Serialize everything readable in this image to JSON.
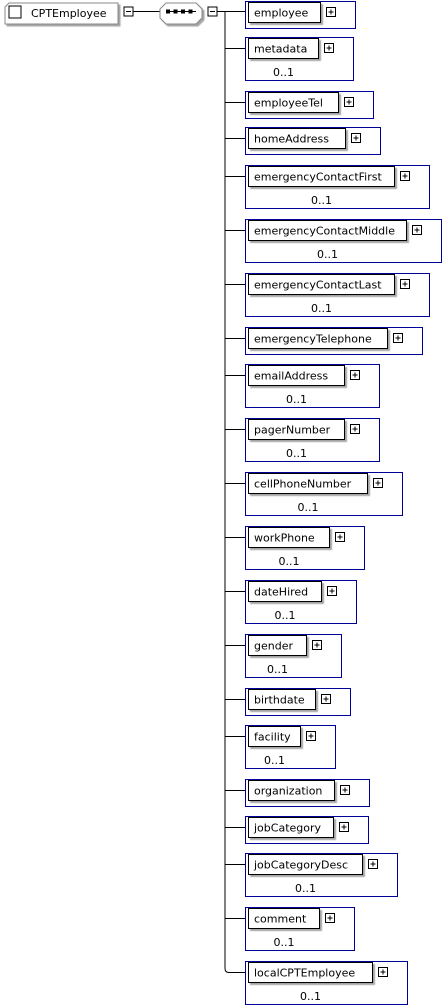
{
  "root": {
    "label": "CPTEmployee"
  },
  "compositor": {
    "type": "sequence"
  },
  "elements": [
    {
      "name": "employee",
      "occurs": ""
    },
    {
      "name": "metadata",
      "occurs": "0..1"
    },
    {
      "name": "employeeTel",
      "occurs": ""
    },
    {
      "name": "homeAddress",
      "occurs": ""
    },
    {
      "name": "emergencyContactFirst",
      "occurs": "0..1"
    },
    {
      "name": "emergencyContactMiddle",
      "occurs": "0..1"
    },
    {
      "name": "emergencyContactLast",
      "occurs": "0..1"
    },
    {
      "name": "emergencyTelephone",
      "occurs": ""
    },
    {
      "name": "emailAddress",
      "occurs": "0..1"
    },
    {
      "name": "pagerNumber",
      "occurs": "0..1"
    },
    {
      "name": "cellPhoneNumber",
      "occurs": "0..1"
    },
    {
      "name": "workPhone",
      "occurs": "0..1"
    },
    {
      "name": "dateHired",
      "occurs": "0..1"
    },
    {
      "name": "gender",
      "occurs": "0..1"
    },
    {
      "name": "birthdate",
      "occurs": ""
    },
    {
      "name": "facility",
      "occurs": "0..1"
    },
    {
      "name": "organization",
      "occurs": ""
    },
    {
      "name": "jobCategory",
      "occurs": ""
    },
    {
      "name": "jobCategoryDesc",
      "occurs": "0..1"
    },
    {
      "name": "comment",
      "occurs": "0..1"
    },
    {
      "name": "localCPTEmployee",
      "occurs": "0..1"
    }
  ],
  "colors": {
    "frame": "#000099",
    "line": "#000000",
    "shadow": "#9a9a9a"
  }
}
